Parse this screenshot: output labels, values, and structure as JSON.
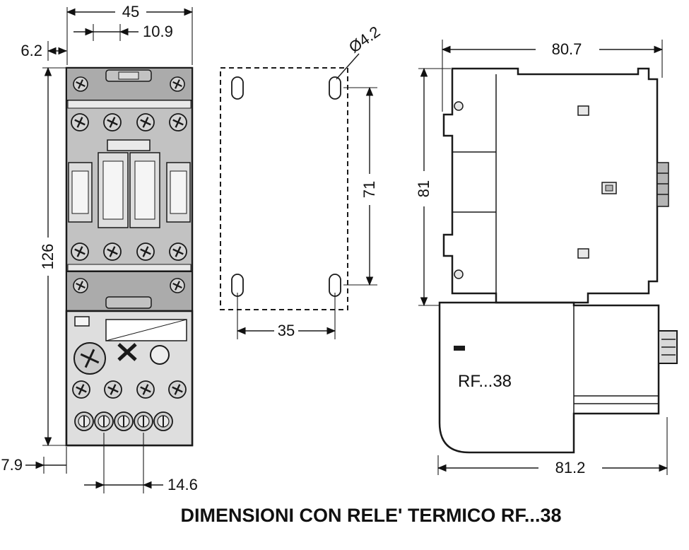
{
  "caption": "DIMENSIONI CON RELE' TERMICO RF...38",
  "front_view": {
    "dim_top_width": "45",
    "dim_pole_offset": "10.9",
    "dim_left_offset": "6.2",
    "dim_height": "126",
    "dim_bottom_offset": "7.9",
    "dim_terminal_pitch": "14.6"
  },
  "drilling_view": {
    "dim_hole_diameter": "Ø4.2",
    "dim_vertical_pitch": "71",
    "dim_horizontal_pitch": "35"
  },
  "side_view": {
    "dim_depth_top": "80.7",
    "dim_height": "81",
    "dim_depth_bottom": "81.2",
    "label": "RF...38"
  }
}
